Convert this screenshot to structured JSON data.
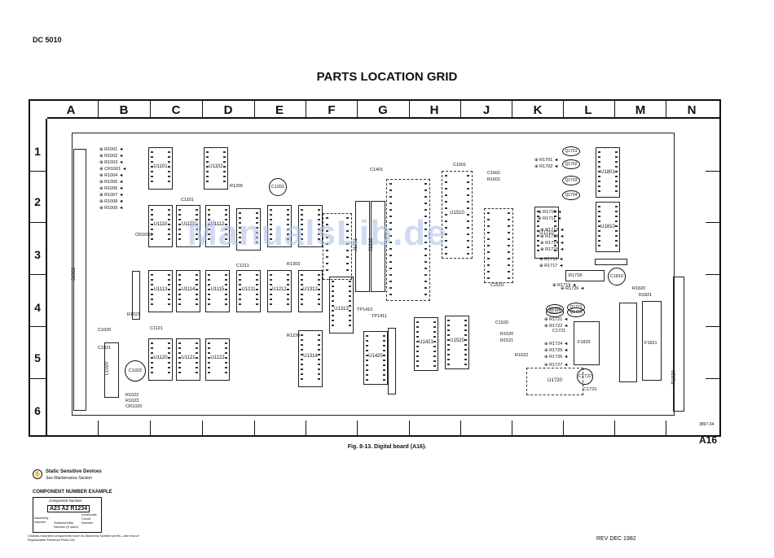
{
  "header": {
    "doc_id": "DC 5010",
    "title": "PARTS LOCATION GRID"
  },
  "grid": {
    "columns": [
      "A",
      "B",
      "C",
      "D",
      "E",
      "F",
      "G",
      "H",
      "J",
      "K",
      "L",
      "M",
      "N"
    ],
    "rows": [
      "1",
      "2",
      "3",
      "4",
      "5",
      "6"
    ]
  },
  "board_label": "A16",
  "drawing_code": "3897-34",
  "caption": "Fig. 8-13. Digital board (A16).",
  "watermark": "ManualsLib.de",
  "chips": [
    "U1101",
    "U1102",
    "U1110",
    "U1111",
    "U1112",
    "U1113",
    "U1114",
    "U1115",
    "U1120",
    "U1121",
    "U1122",
    "U1211",
    "U1212",
    "U1312",
    "U1313",
    "U1314",
    "U1420",
    "U1421",
    "U1520",
    "U1510",
    "U1710",
    "U1720",
    "U1801",
    "U1810"
  ],
  "connectors": [
    "J1001",
    "J1211",
    "J1210",
    "P1820",
    "L1020"
  ],
  "resistors_col_b": [
    "R1001",
    "R1002",
    "R1003",
    "CR1001",
    "R1004",
    "R1005",
    "R1006",
    "R1007",
    "R1008",
    "R1009"
  ],
  "resistors_col_k": [
    "R1701",
    "R1702",
    "R1710",
    "R1711",
    "R1712",
    "R1713",
    "R1714",
    "R1715",
    "R1716",
    "R1717",
    "R1718",
    "R1719",
    "R1720",
    "R1721",
    "R1722",
    "R1724",
    "R1725",
    "R1726",
    "R1727"
  ],
  "caps": [
    "C1201",
    "C1022",
    "C1810",
    "C1722"
  ],
  "misc_labels": [
    "C1101",
    "C1121",
    "C1211",
    "R1303",
    "R1220",
    "C1401",
    "C1501",
    "C1601",
    "R1601",
    "C1520",
    "R1520",
    "R1521",
    "R1622",
    "C1610",
    "C1721",
    "C1723",
    "R1820",
    "R1821",
    "TP1410",
    "TP1411",
    "R1205",
    "C1020",
    "C1021",
    "CR1010",
    "R1021",
    "R1022",
    "R1023",
    "CR1020"
  ],
  "transistors": [
    "Q1701",
    "Q1702",
    "Q1703",
    "Q1704",
    "Q1720",
    "Q1721",
    "Q1722",
    "Q1723"
  ],
  "static_notice": {
    "title": "Static Sensitive Devices",
    "sub": "See Maintenance Section"
  },
  "component_example": {
    "title": "COMPONENT NUMBER EXAMPLE",
    "header": "Component Number",
    "code": "A23 A2 R1234",
    "assembly": "Assembly Number",
    "subassembly": "Subassembly Number (if used)",
    "schematic": "Schematic Circuit Number",
    "footnote": "Chassis-mounted components have no Assembly Number prefix—see end of Replaceable Electrical Parts List."
  },
  "revision": "REV DEC 1982"
}
